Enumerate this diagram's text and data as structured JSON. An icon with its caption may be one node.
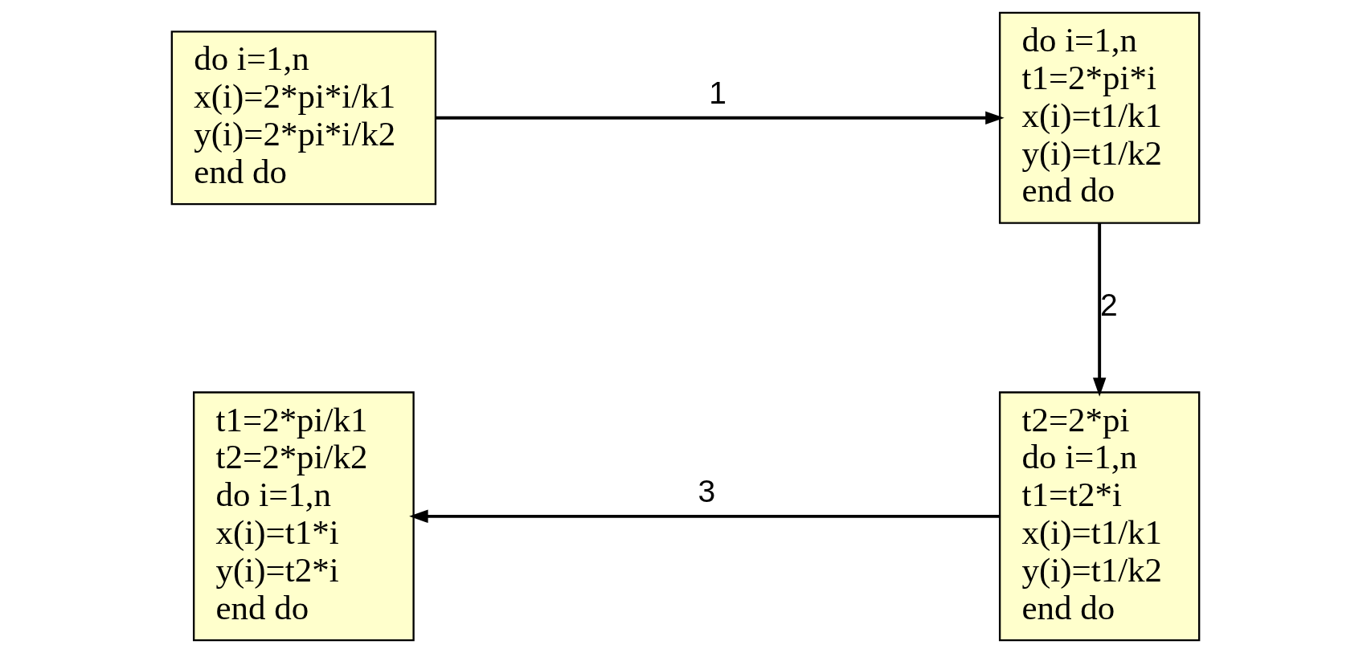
{
  "diagram": {
    "nodes": [
      {
        "text": [
          "do i=1,n",
          "x(i)=2*pi*i/k1",
          "y(i)=2*pi*i/k2",
          "end do"
        ]
      },
      {
        "text": [
          "do i=1,n",
          "t1=2*pi*i",
          "x(i)=t1/k1",
          "y(i)=t1/k2",
          "end do"
        ]
      },
      {
        "text": [
          "t2=2*pi",
          "do i=1,n",
          "t1=t2*i",
          "x(i)=t1/k1",
          "y(i)=t1/k2",
          "end do"
        ]
      },
      {
        "text": [
          "t1=2*pi/k1",
          "t2=2*pi/k2",
          "do i=1,n",
          "x(i)=t1*i",
          "y(i)=t2*i",
          "end do"
        ]
      }
    ],
    "edges": [
      {
        "from": 0,
        "to": 1,
        "arrow": "to",
        "label": "1"
      },
      {
        "from": 1,
        "to": 2,
        "arrow": "to",
        "label": "2"
      },
      {
        "from": 2,
        "to": 3,
        "arrow": "to",
        "label": "3"
      }
    ]
  }
}
